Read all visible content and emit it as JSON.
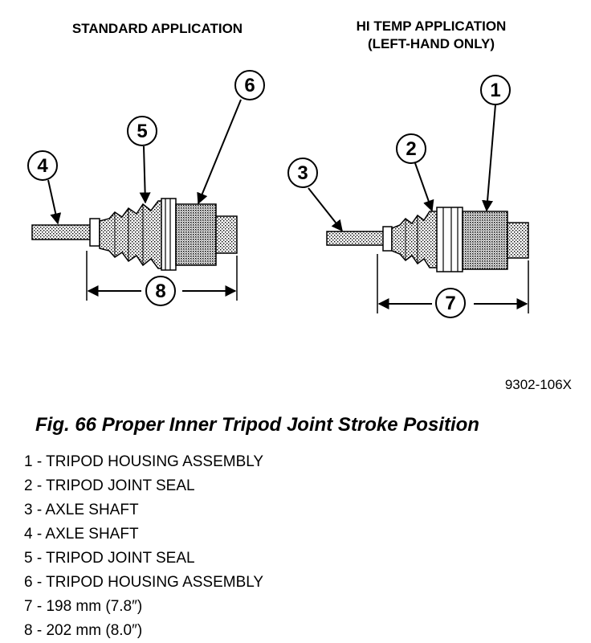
{
  "headings": {
    "standard": "STANDARD APPLICATION",
    "hi_temp_line1": "HI TEMP APPLICATION",
    "hi_temp_line2": "(LEFT-HAND ONLY)"
  },
  "callouts": {
    "c1": "1",
    "c2": "2",
    "c3": "3",
    "c4": "4",
    "c5": "5",
    "c6": "6",
    "c7": "7",
    "c8": "8"
  },
  "figure_id": "9302-106X",
  "caption": "Fig. 66 Proper Inner Tripod Joint Stroke Position",
  "legend": [
    "1 - TRIPOD HOUSING ASSEMBLY",
    "2 - TRIPOD JOINT SEAL",
    "3 - AXLE SHAFT",
    "4 - AXLE SHAFT",
    "5 - TRIPOD JOINT SEAL",
    "6 - TRIPOD HOUSING ASSEMBLY",
    "7 - 198 mm (7.8″)",
    "8 - 202 mm (8.0″)"
  ]
}
